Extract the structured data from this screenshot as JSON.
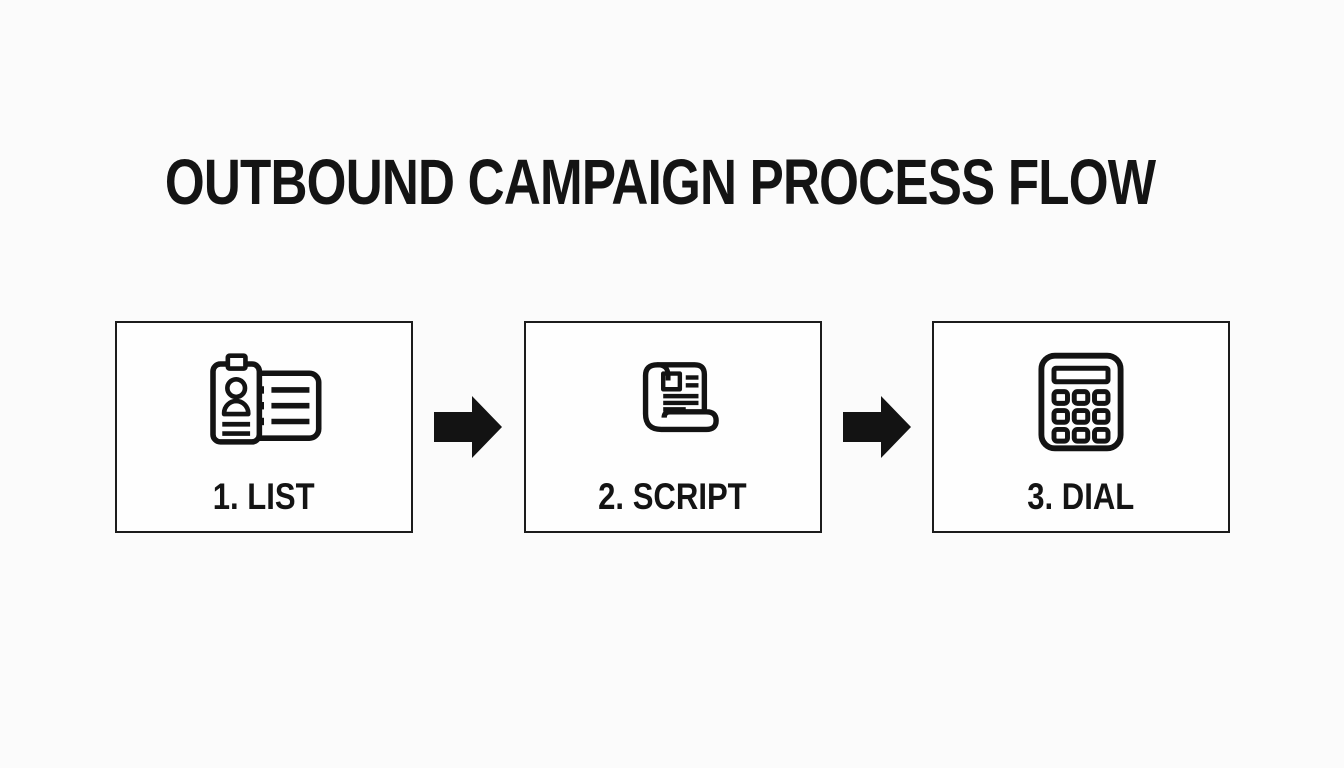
{
  "title": "OUTBOUND CAMPAIGN PROCESS FLOW",
  "steps": [
    {
      "label": "1. LIST",
      "icon": "contact-list-icon"
    },
    {
      "label": "2. SCRIPT",
      "icon": "script-scroll-icon"
    },
    {
      "label": "3. DIAL",
      "icon": "dial-keypad-icon"
    }
  ],
  "arrows": [
    {
      "icon": "right-arrow-icon"
    },
    {
      "icon": "right-arrow-icon"
    }
  ],
  "colors": {
    "background": "#fbfbfb",
    "box_background": "#fefefe",
    "box_border": "#1c1c1c",
    "text": "#141414",
    "icon_stroke": "#131313",
    "arrow_fill": "#131313"
  }
}
